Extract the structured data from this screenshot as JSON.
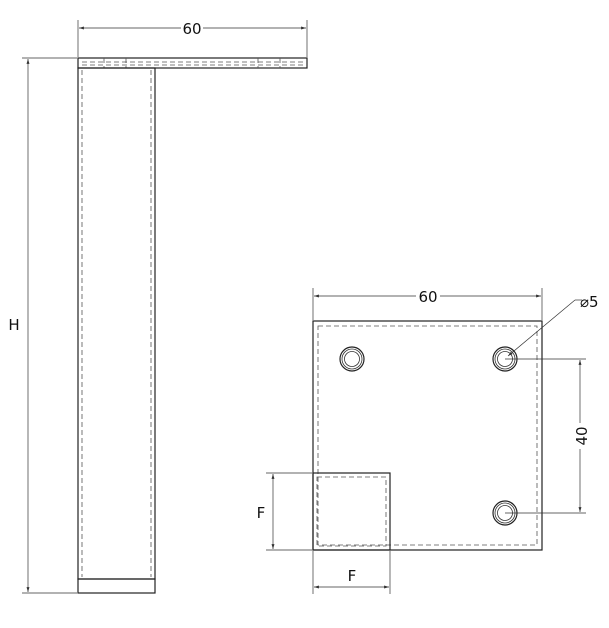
{
  "labels": {
    "side_width": "60",
    "height": "H",
    "plate_width": "60",
    "hole_diameter": "⌀5",
    "hole_spacing": "40",
    "notch_height": "F",
    "notch_width": "F"
  },
  "colors": {
    "line": "#222222",
    "background": "#ffffff"
  }
}
